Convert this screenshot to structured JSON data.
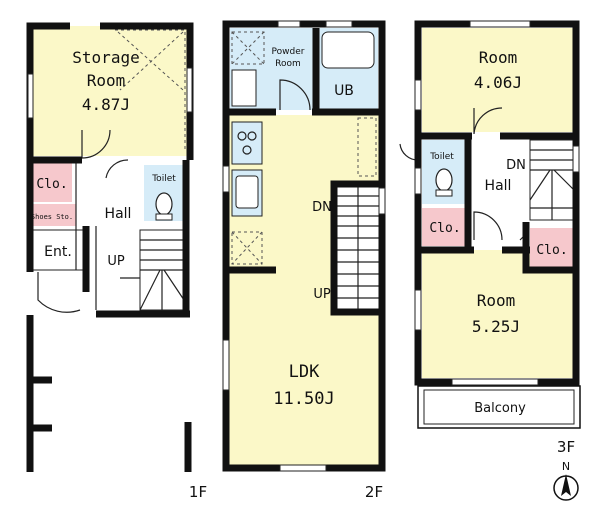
{
  "floors": {
    "f1": {
      "level_label": "1F",
      "rooms": {
        "storage": {
          "name": "Storage",
          "name2": "Room",
          "size": "4.87J"
        },
        "closet": "Clo.",
        "shoes": "Shoes Sto.",
        "entrance": "Ent.",
        "hall": "Hall",
        "toilet": "Toilet",
        "up": "UP"
      }
    },
    "f2": {
      "level_label": "2F",
      "rooms": {
        "powder": {
          "line1": "Powder",
          "line2": "Room"
        },
        "ub": "UB",
        "dn": "DN",
        "up": "UP",
        "ldk": {
          "name": "LDK",
          "size": "11.50J"
        }
      }
    },
    "f3": {
      "level_label": "3F",
      "rooms": {
        "room_top": {
          "name": "Room",
          "size": "4.06J"
        },
        "toilet": "Toilet",
        "dn": "DN",
        "hall": "Hall",
        "clo_left": "Clo.",
        "clo_right": "Clo.",
        "room_bottom": {
          "name": "Room",
          "size": "5.25J"
        },
        "balcony": "Balcony"
      }
    }
  },
  "compass": {
    "label": "N"
  },
  "colors": {
    "room_fill": "#fbf8c8",
    "wet_fill": "#d6ecf8",
    "closet_fill": "#f6c8cc",
    "wall": "#111111"
  }
}
